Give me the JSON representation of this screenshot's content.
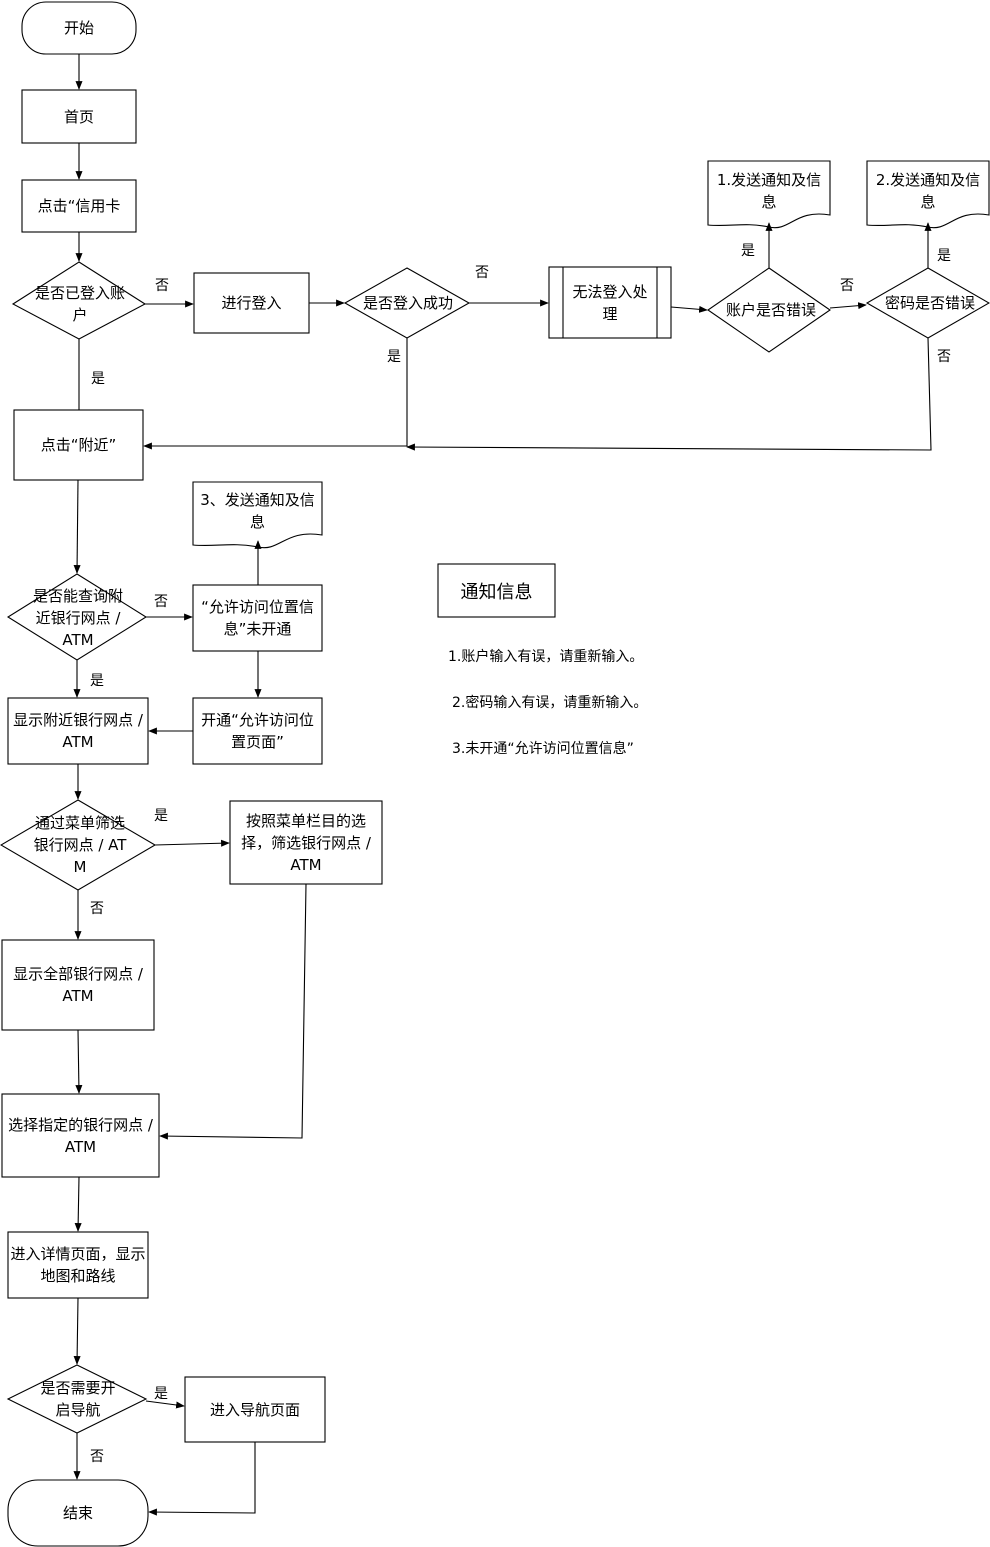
{
  "nodes": {
    "start": "开始",
    "home": "首页",
    "click_credit": "点击“信用卡",
    "is_logged_in": "是否已登入账户",
    "do_login": "进行登入",
    "login_success": "是否登入成功",
    "login_fail": "无法登入处理",
    "account_error": "账户是否错误",
    "password_error": "密码是否错误",
    "send_notice_1": "1.发送通知及信息",
    "send_notice_2": "2.发送通知及信息",
    "click_nearby": "点击“附近”",
    "can_query": "是否能查询附近银行网点 / ATM",
    "location_off": "“允许访问位置信息”未开通",
    "send_notice_3": "3、发送通知及信息",
    "enable_location": "开通“允许访问位置页面”",
    "show_nearby": "显示附近银行网点 / ATM",
    "filter_by_menu": "通过菜单筛选银行网点 / ATM",
    "menu_select": "按照菜单栏目的选择，筛选银行网点 / ATM",
    "show_all": "显示全部银行网点 / ATM",
    "select_branch": "选择指定的银行网点 / ATM",
    "detail_page": "进入详情页面，显示地图和路线",
    "need_nav": "是否需要开启导航",
    "nav_page": "进入导航页面",
    "end": "结束"
  },
  "labels": {
    "yes": "是",
    "no": "否"
  },
  "notes": {
    "title": "通知信息",
    "items": [
      "1.账户输入有误，请重新输入。",
      "2.密码输入有误，请重新输入。",
      "3.未开通“允许访问位置信息”"
    ]
  }
}
